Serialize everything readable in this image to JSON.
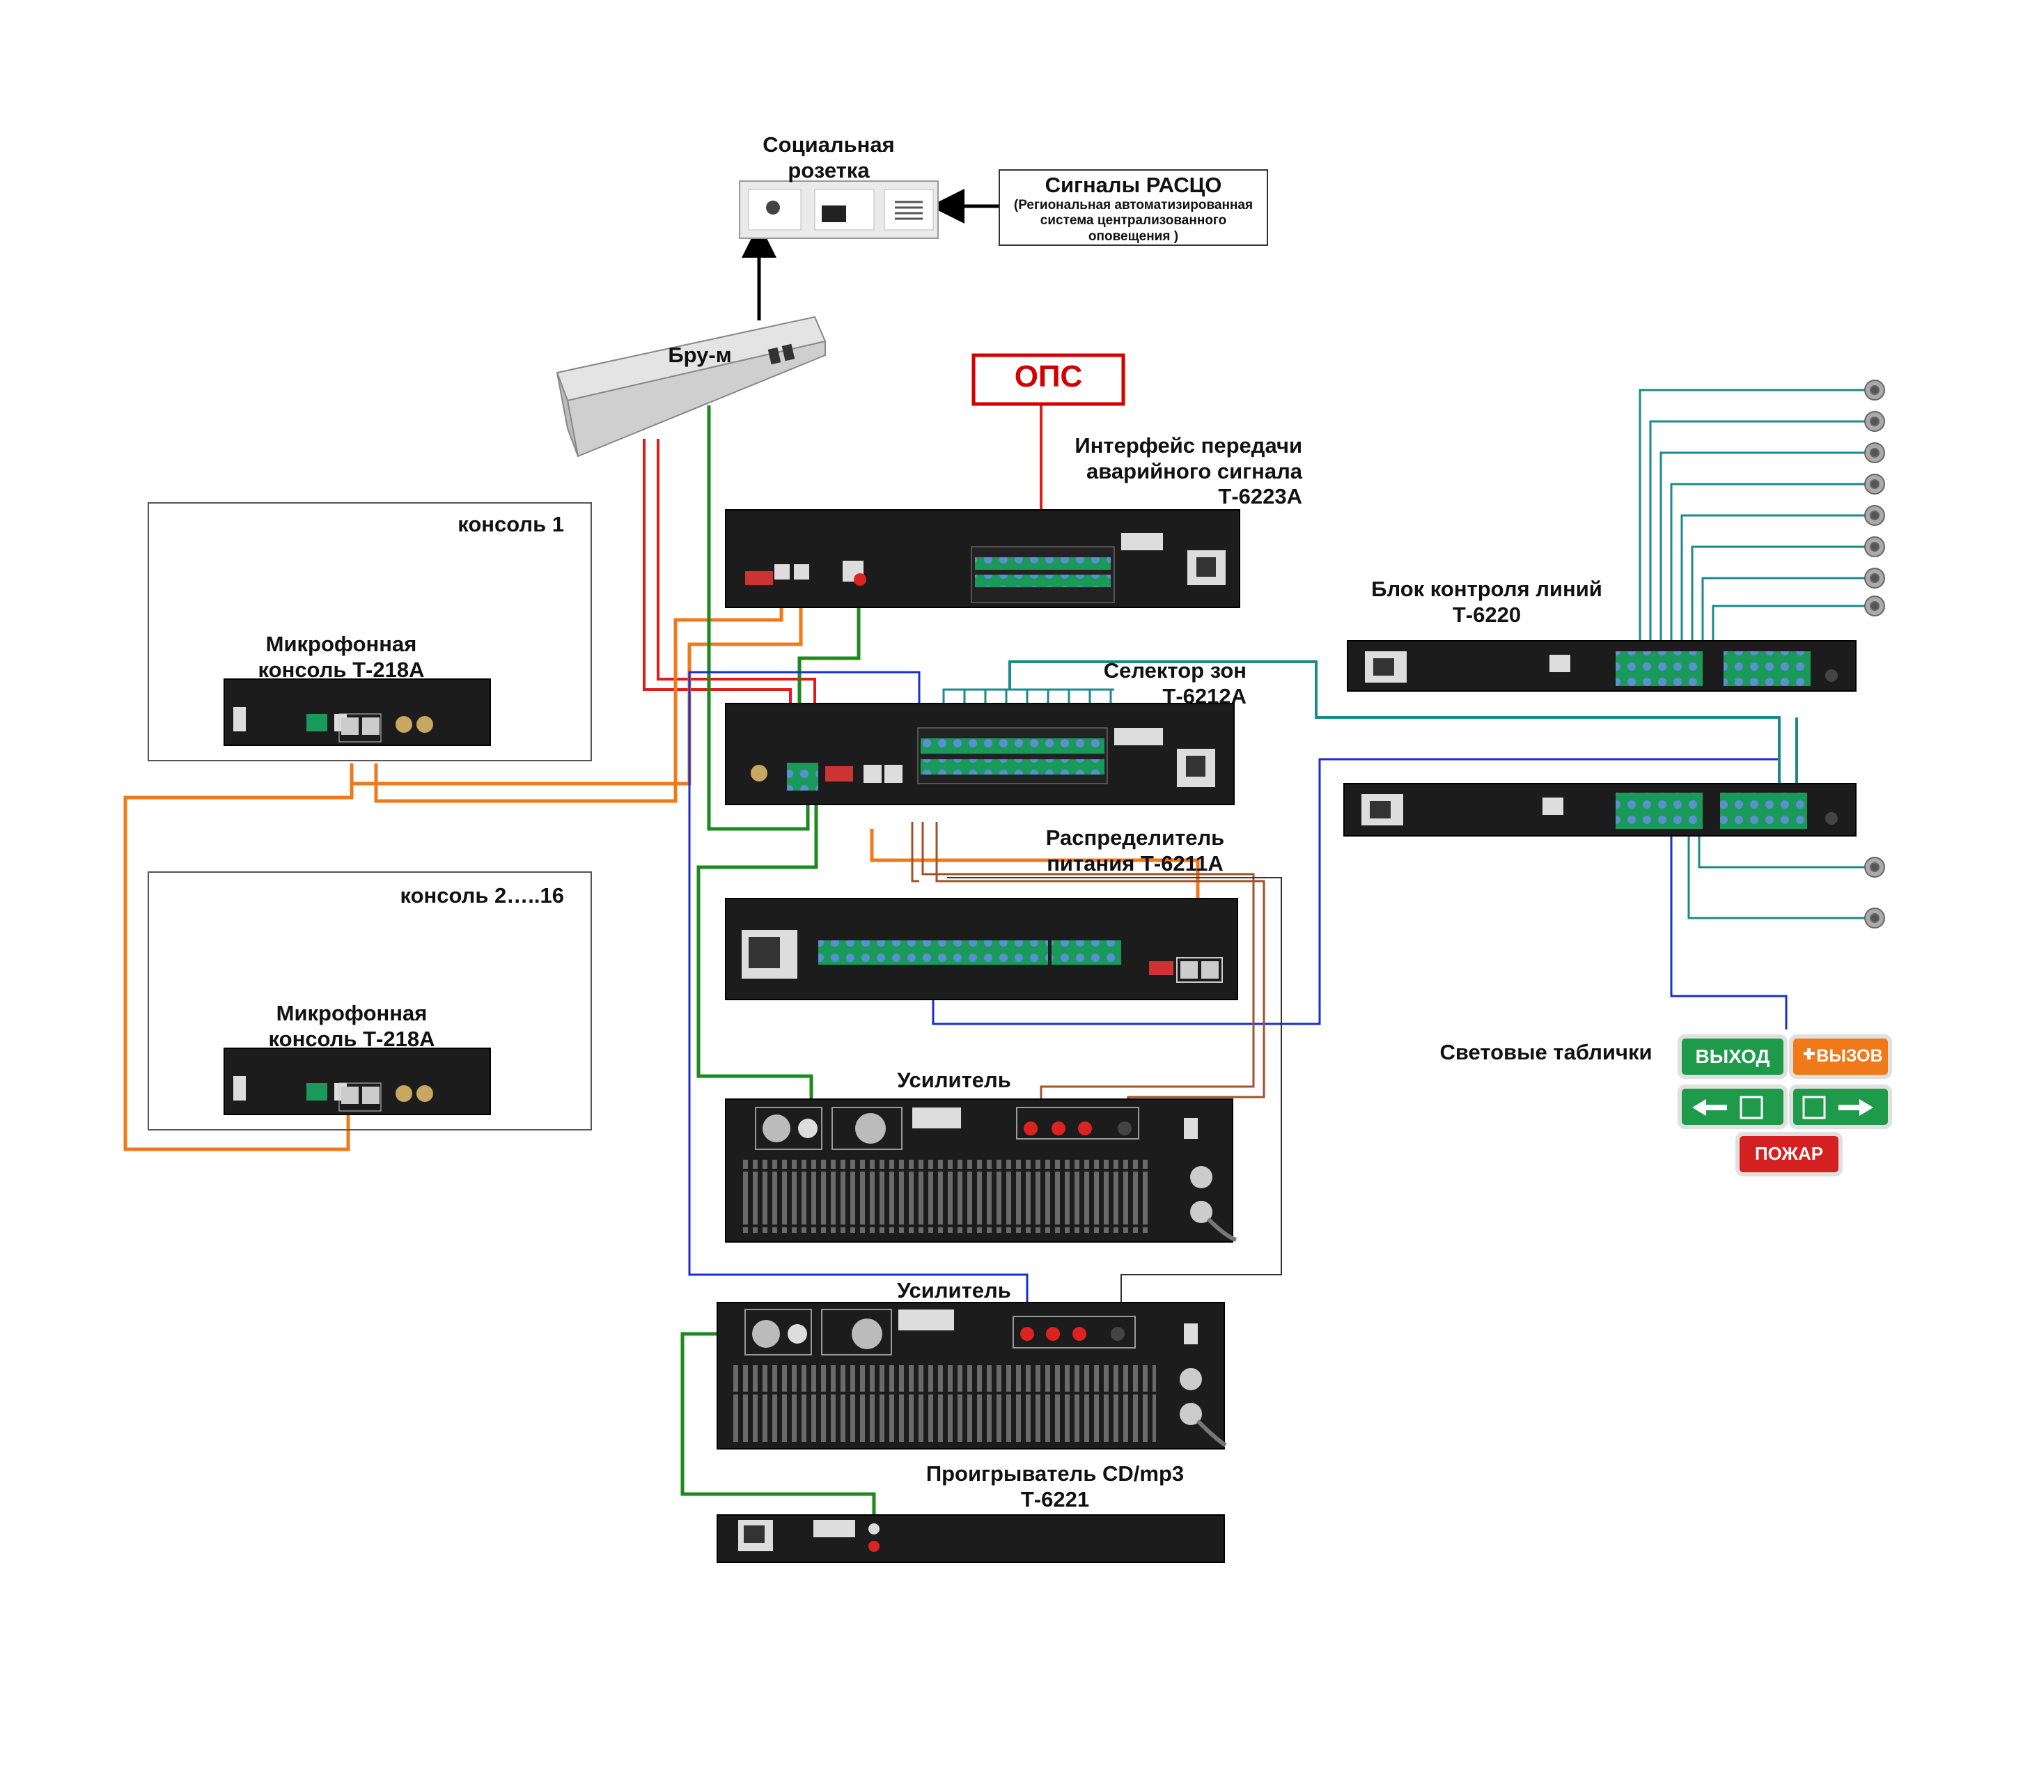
{
  "diagram": {
    "nodes": {
      "social_socket": {
        "label": "Социальная розетка"
      },
      "rasco": {
        "title": "Сигналы РАСЦО",
        "subtitle": "(Региональная автоматизированная система централизованного оповещения )"
      },
      "bru": {
        "label": "Бру-м"
      },
      "ops": {
        "label": "ОПС"
      },
      "interface": {
        "label": "Интерфейс передачи аварийного сигнала Т-6223А"
      },
      "console1": {
        "frame_label": "консоль 1",
        "label": "Микрофонная консоль Т-218А"
      },
      "console2": {
        "frame_label": "консоль 2…..16",
        "label": "Микрофонная консоль Т-218А"
      },
      "zone_selector": {
        "label": "Селектор зон Т-6212А"
      },
      "power_dist": {
        "label": "Распределитель питания Т-6211А"
      },
      "amp1": {
        "label": "Усилитель"
      },
      "amp2": {
        "label": "Усилитель"
      },
      "cd_player": {
        "label": "Проигрыватель CD/mp3 Т-6221"
      },
      "line_control": {
        "label": "Блок контроля линий Т-6220"
      },
      "light_signs": {
        "label": "Световые таблички"
      }
    },
    "signs": [
      "ВЫХОД",
      "ВЫЗОВ",
      "ПОЖАР"
    ],
    "colors": {
      "red": "#e01b1b",
      "orange": "#f07a1a",
      "green": "#1e8a1e",
      "blue": "#1a2fd0",
      "teal": "#1b8a8a",
      "brown": "#a0522d",
      "black": "#000000"
    }
  }
}
